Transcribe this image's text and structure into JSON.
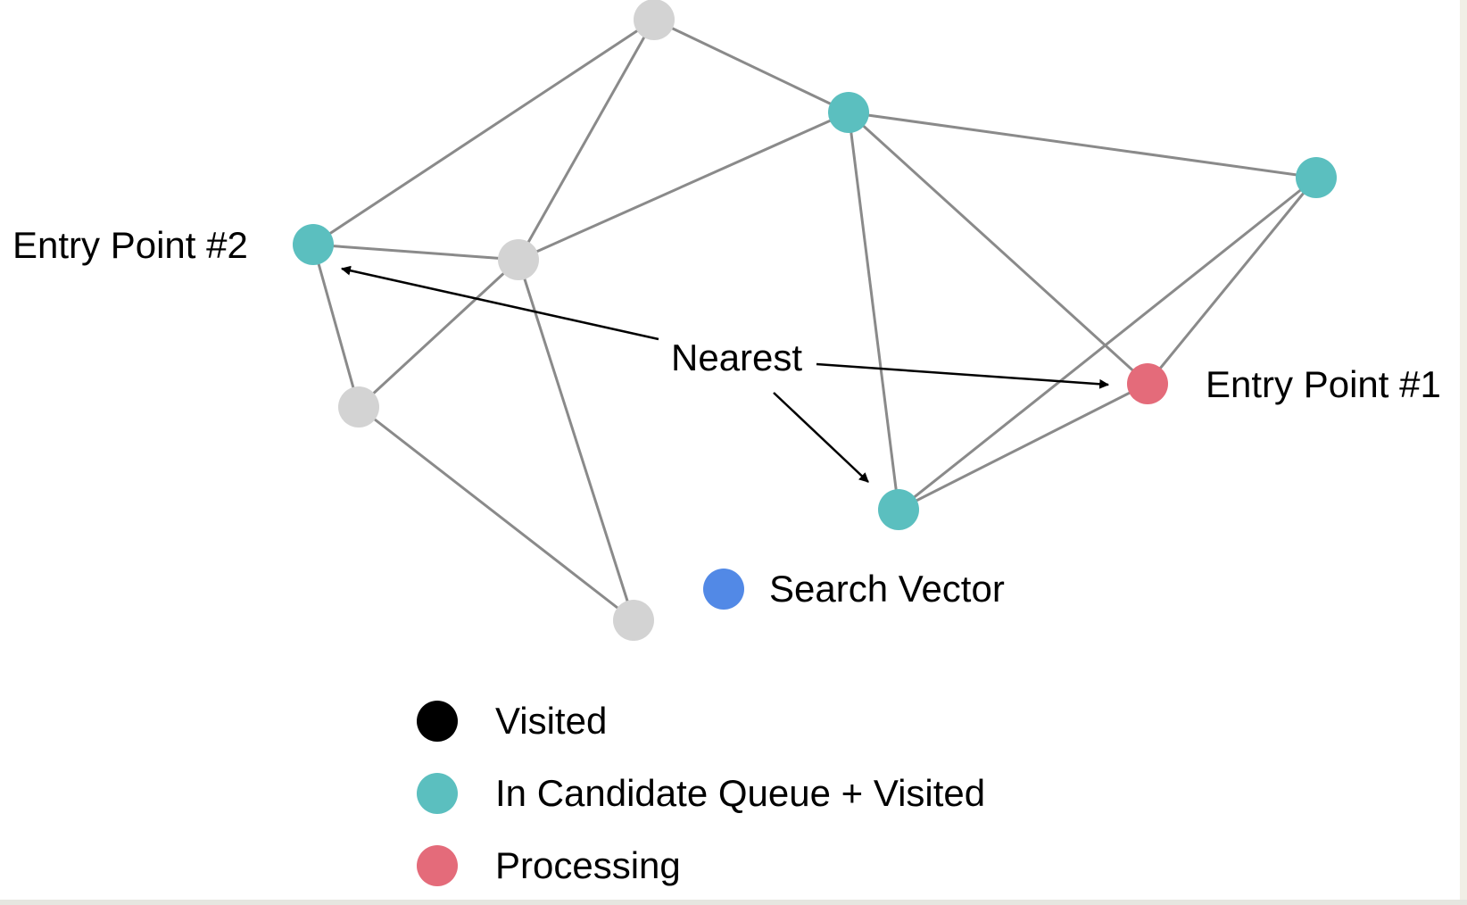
{
  "colors": {
    "background": "#ffffff",
    "edge": "#8a8a8a",
    "unvisited": "#d3d3d3",
    "visited": "#000000",
    "candidate": "#5bbfbf",
    "processing": "#e46b7a",
    "search_vector": "#5289e6",
    "arrow": "#000000"
  },
  "diagram": {
    "nodes": [
      {
        "id": "n-top",
        "state": "unvisited"
      },
      {
        "id": "n-upper-mid",
        "state": "candidate"
      },
      {
        "id": "n-right",
        "state": "candidate"
      },
      {
        "id": "n-entry2",
        "state": "candidate"
      },
      {
        "id": "n-center",
        "state": "unvisited"
      },
      {
        "id": "n-left-low",
        "state": "unvisited"
      },
      {
        "id": "n-entry1",
        "state": "processing"
      },
      {
        "id": "n-lower-mid",
        "state": "candidate"
      },
      {
        "id": "n-bottom",
        "state": "unvisited"
      }
    ],
    "edges": [
      [
        "n-top",
        "n-upper-mid"
      ],
      [
        "n-top",
        "n-entry2"
      ],
      [
        "n-top",
        "n-center"
      ],
      [
        "n-upper-mid",
        "n-right"
      ],
      [
        "n-upper-mid",
        "n-center"
      ],
      [
        "n-upper-mid",
        "n-lower-mid"
      ],
      [
        "n-upper-mid",
        "n-entry1"
      ],
      [
        "n-right",
        "n-lower-mid"
      ],
      [
        "n-right",
        "n-entry1"
      ],
      [
        "n-entry2",
        "n-center"
      ],
      [
        "n-entry2",
        "n-left-low"
      ],
      [
        "n-center",
        "n-left-low"
      ],
      [
        "n-center",
        "n-bottom"
      ],
      [
        "n-left-low",
        "n-bottom"
      ],
      [
        "n-entry1",
        "n-lower-mid"
      ]
    ],
    "labels": {
      "entry_point_2": "Entry Point #2",
      "entry_point_1": "Entry Point #1",
      "nearest": "Nearest",
      "search_vector": "Search Vector"
    },
    "nearest_arrows_to": [
      "n-entry2",
      "n-entry1",
      "n-lower-mid"
    ]
  },
  "legend": {
    "items": [
      {
        "label": "Visited",
        "color_key": "visited"
      },
      {
        "label": "In Candidate Queue + Visited",
        "color_key": "candidate"
      },
      {
        "label": "Processing",
        "color_key": "processing"
      }
    ]
  }
}
